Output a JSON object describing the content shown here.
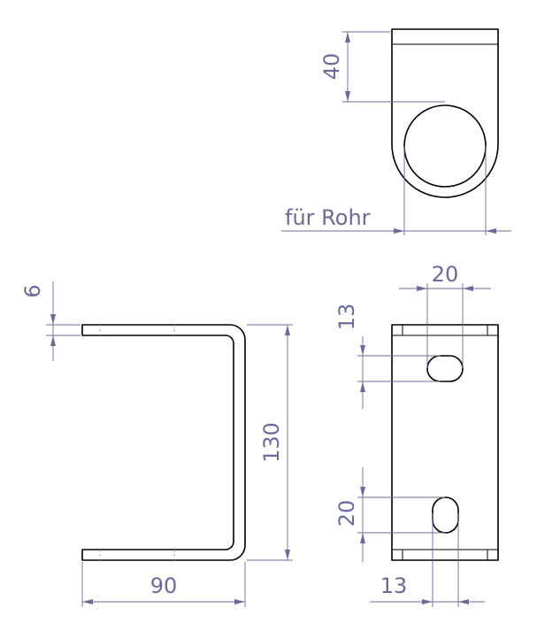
{
  "dimensions": {
    "top_height": "40",
    "tube_label": "für Rohr",
    "thickness": "6",
    "height": "130",
    "width": "90",
    "slot_spacing": "20",
    "upper_slot": "13",
    "lower_slot": "20",
    "bottom_offset": "13"
  },
  "colors": {
    "outline": "#000000",
    "dimension": "#6b6b9a",
    "background": "#ffffff"
  }
}
